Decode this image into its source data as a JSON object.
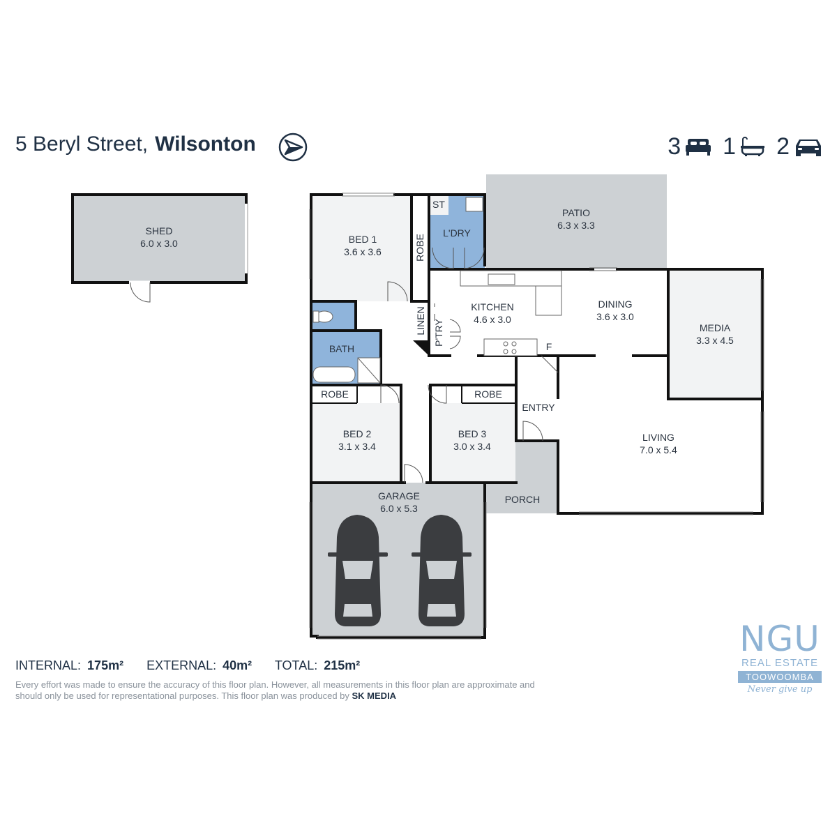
{
  "header": {
    "street": "5 Beryl Street,",
    "suburb": "Wilsonton"
  },
  "stats": {
    "beds": "3",
    "baths": "1",
    "cars": "2",
    "bed_icon": "bed-icon",
    "bath_icon": "bath-icon",
    "car_icon": "car-icon"
  },
  "rooms": {
    "shed": {
      "name": "SHED",
      "dim": "6.0 x 3.0"
    },
    "bed1": {
      "name": "BED 1",
      "dim": "3.6 x 3.6"
    },
    "robe1": {
      "name": "ROBE"
    },
    "st": {
      "name": "ST"
    },
    "laundry": {
      "name": "L'DRY"
    },
    "patio": {
      "name": "PATIO",
      "dim": "6.3 x 3.3"
    },
    "linen": {
      "name": "LINEN"
    },
    "pantry": {
      "name": "P'TRY"
    },
    "kitchen": {
      "name": "KITCHEN",
      "dim": "4.6 x 3.0"
    },
    "dining": {
      "name": "DINING",
      "dim": "3.6 x 3.0"
    },
    "media": {
      "name": "MEDIA",
      "dim": "3.3 x 4.5"
    },
    "fridge": {
      "name": "F"
    },
    "bath": {
      "name": "BATH"
    },
    "robe2": {
      "name": "ROBE"
    },
    "robe3": {
      "name": "ROBE"
    },
    "bed2": {
      "name": "BED 2",
      "dim": "3.1 x 3.4"
    },
    "bed3": {
      "name": "BED 3",
      "dim": "3.0 x 3.4"
    },
    "entry": {
      "name": "ENTRY"
    },
    "living": {
      "name": "LIVING",
      "dim": "7.0 x 5.4"
    },
    "garage": {
      "name": "GARAGE",
      "dim": "6.0 x 5.3"
    },
    "porch": {
      "name": "PORCH"
    }
  },
  "areas": {
    "internal_label": "INTERNAL:",
    "internal_value": "175m²",
    "external_label": "EXTERNAL:",
    "external_value": "40m²",
    "total_label": "TOTAL:",
    "total_value": "215m²"
  },
  "disclaimer": {
    "text": "Every effort was made to ensure the accuracy of this floor plan. However, all measurements in this floor plan are approximate and should only be used for representational purposes. This floor plan was produced by",
    "producer": "SK MEDIA"
  },
  "logo": {
    "name": "NGU",
    "line2": "REAL ESTATE",
    "line3": "TOOWOOMBA",
    "tagline": "Never give up"
  },
  "colors": {
    "wall": "#111111",
    "outdoor_fill": "#cdd1d4",
    "wet_fill": "#8fb4db",
    "room_fill": "#f2f3f4",
    "brand": "#8fb3d4",
    "text": "#1f3044"
  }
}
